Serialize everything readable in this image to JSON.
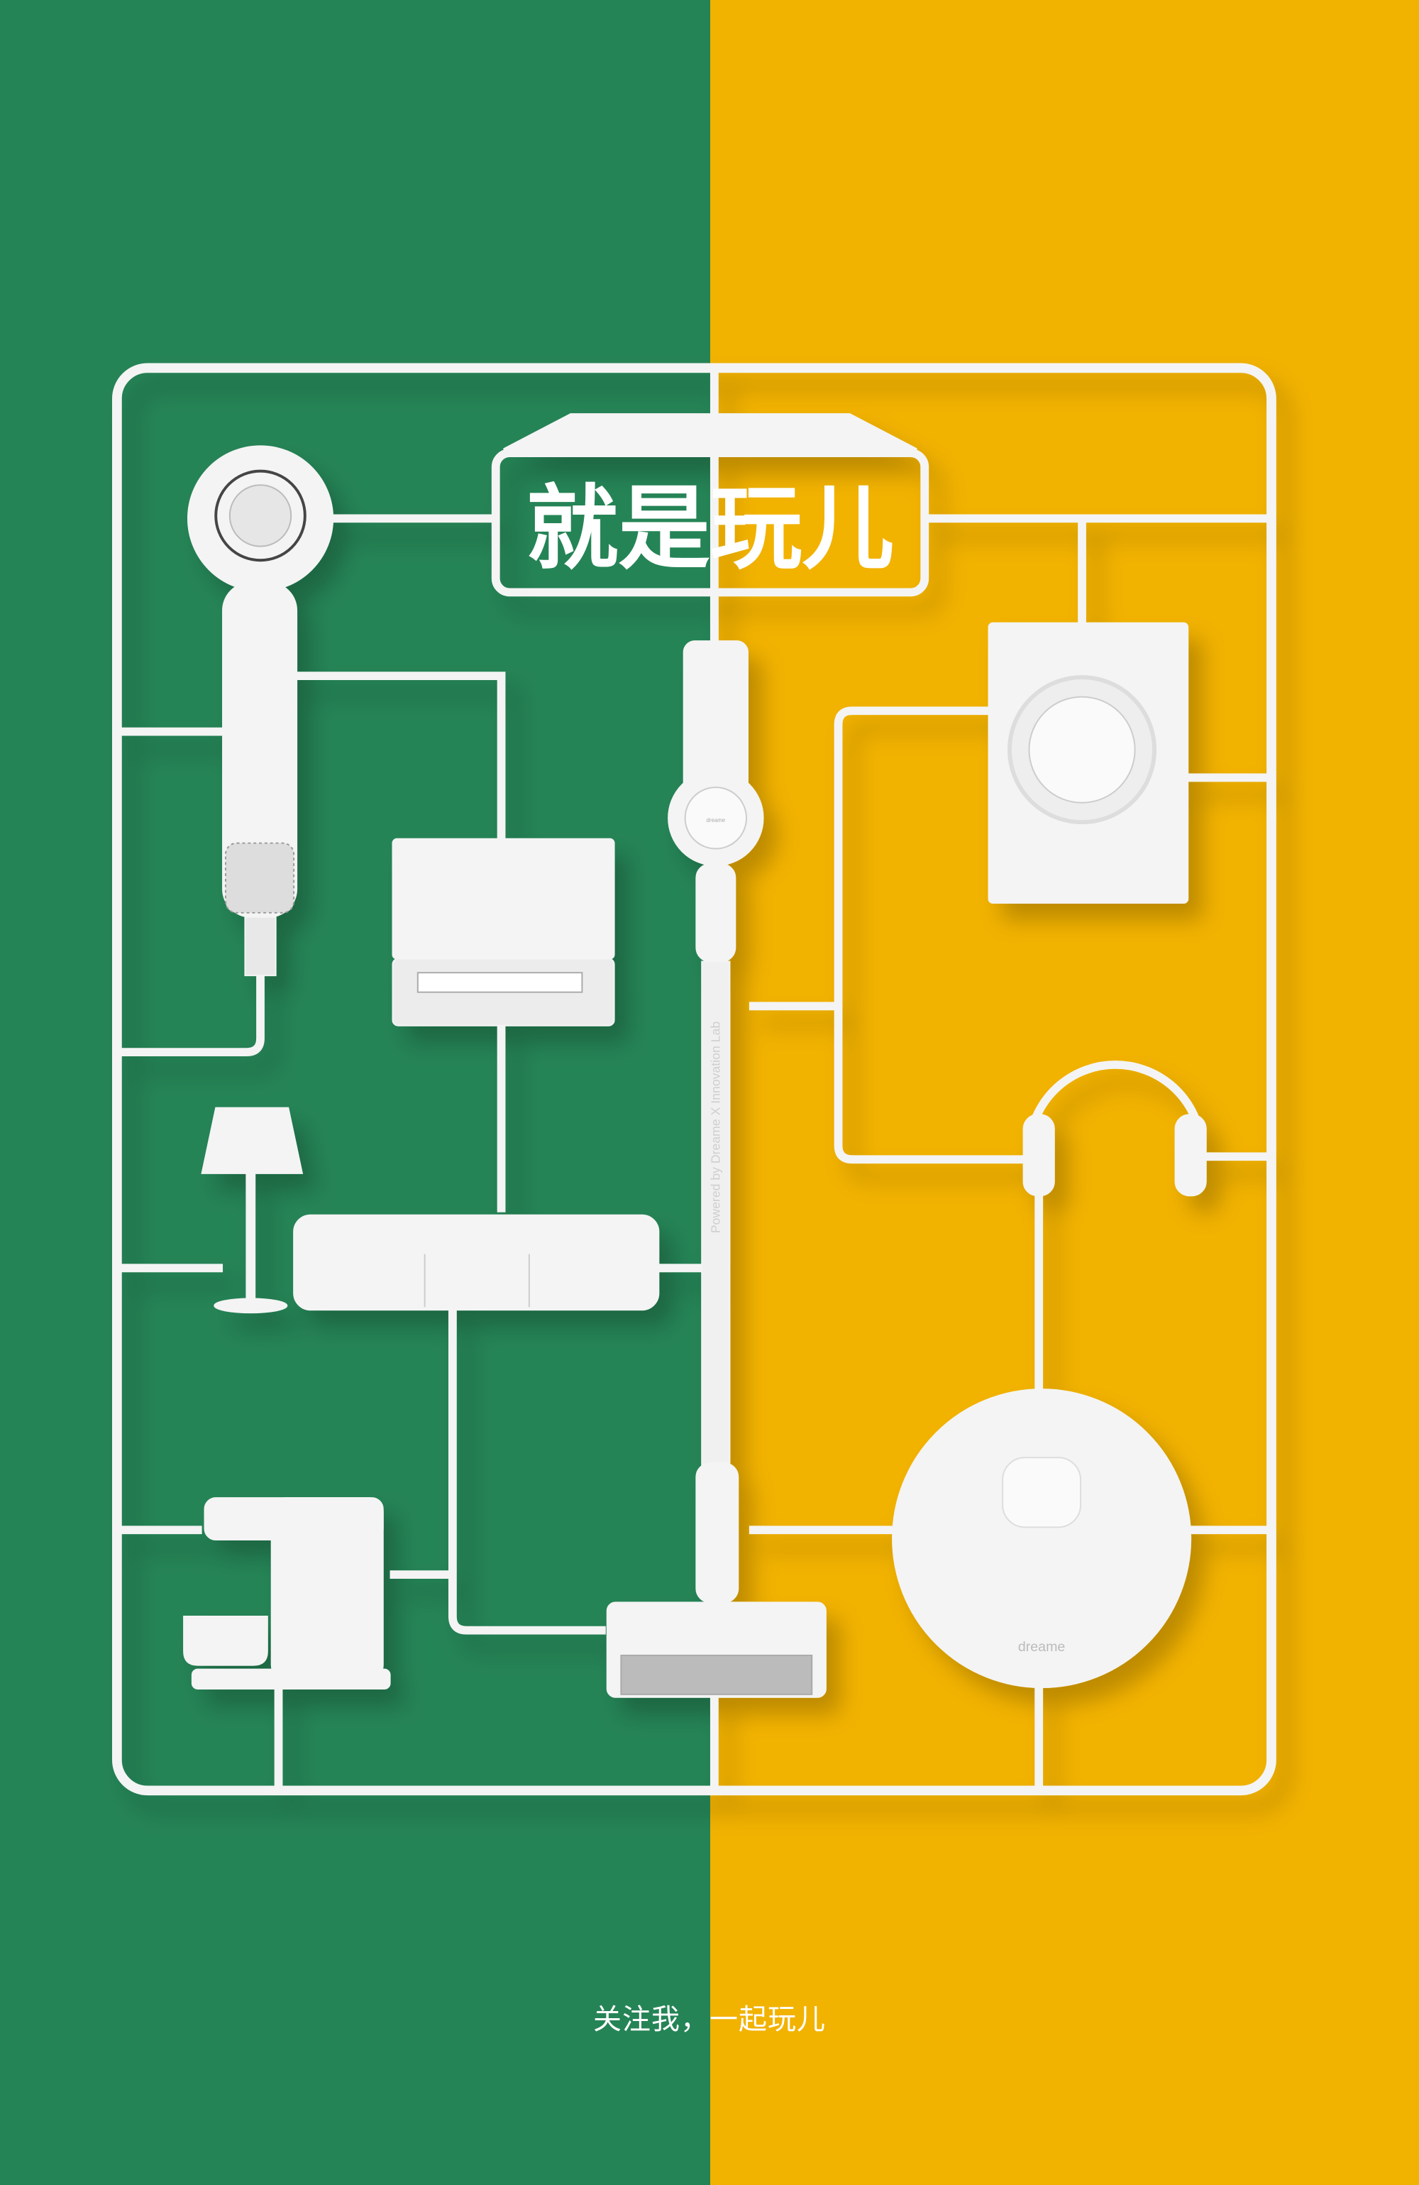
{
  "poster": {
    "title": "就是玩儿",
    "footer": "关注我，一起玩儿",
    "vertical_text": "Powered by Dreame X Innovation Lab",
    "robot_brand": "dreame",
    "vacuum_brand": "dreame"
  },
  "colors": {
    "left_background": "#258456",
    "right_background": "#F2B200",
    "model": "#F4F4F4",
    "shadow": "#00000033"
  },
  "objects": [
    "hair-dryer",
    "laptop",
    "table-lamp",
    "sofa",
    "coffee-machine",
    "stick-vacuum",
    "washing-machine",
    "headphones",
    "robot-vacuum"
  ]
}
